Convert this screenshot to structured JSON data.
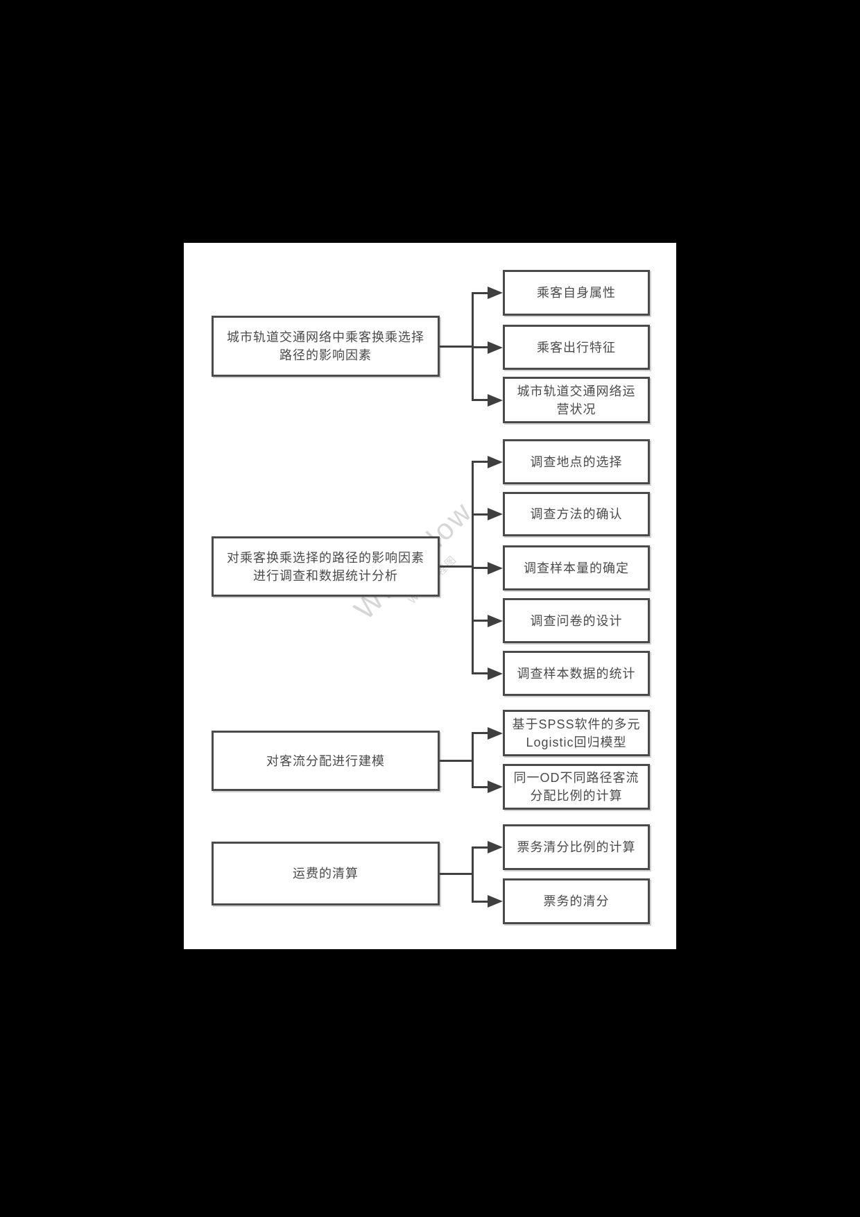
{
  "colors": {
    "background": "#000000",
    "paper": "#ffffff",
    "box_border": "#4a4a4a",
    "box_fill": "#ffffff",
    "text": "#4a4a4a",
    "connector": "#3f3f3f",
    "watermark": "#c9c9c9"
  },
  "watermark": {
    "line1": "WPS Flow",
    "line2": "WPS流程图"
  },
  "diagram": {
    "groups": [
      {
        "source": {
          "lines": [
            "城市轨道交通网络中乘客换乘选择",
            "路径的影响因素"
          ]
        },
        "targets": [
          {
            "lines": [
              "乘客自身属性"
            ]
          },
          {
            "lines": [
              "乘客出行特征"
            ]
          },
          {
            "lines": [
              "城市轨道交通网络运",
              "营状况"
            ]
          }
        ]
      },
      {
        "source": {
          "lines": [
            "对乘客换乘选择的路径的影响因素",
            "进行调查和数据统计分析"
          ]
        },
        "targets": [
          {
            "lines": [
              "调查地点的选择"
            ]
          },
          {
            "lines": [
              "调查方法的确认"
            ]
          },
          {
            "lines": [
              "调查样本量的确定"
            ]
          },
          {
            "lines": [
              "调查问卷的设计"
            ]
          },
          {
            "lines": [
              "调查样本数据的统计"
            ]
          }
        ]
      },
      {
        "source": {
          "lines": [
            "对客流分配进行建模"
          ]
        },
        "targets": [
          {
            "lines": [
              "基于SPSS软件的多元",
              "Logistic回归模型"
            ]
          },
          {
            "lines": [
              "同一OD不同路径客流",
              "分配比例的计算"
            ]
          }
        ]
      },
      {
        "source": {
          "lines": [
            "运费的清算"
          ]
        },
        "targets": [
          {
            "lines": [
              "票务清分比例的计算"
            ]
          },
          {
            "lines": [
              "票务的清分"
            ]
          }
        ]
      }
    ]
  }
}
